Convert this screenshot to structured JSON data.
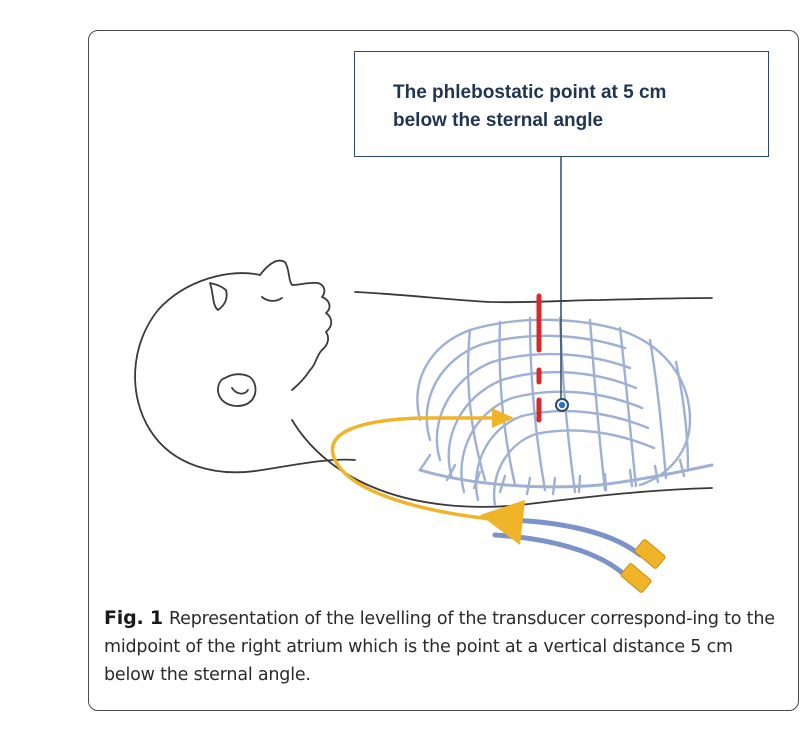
{
  "callout": {
    "line1": "The phlebostatic point at 5 cm",
    "line2": "below the sternal angle"
  },
  "caption": {
    "label": "Fig. 1",
    "text": "Representation of the levelling of the transducer correspond-ing to the midpoint of the right atrium which is the point at a vertical distance 5 cm below the sternal angle."
  },
  "colors": {
    "outline": "#3a3a3a",
    "ribs": "#9eb0d4",
    "marker_red": "#d42a2a",
    "arrow_yellow": "#f0b429",
    "tube_blue": "#7b93c9",
    "callout_border": "#2e4a6b",
    "callout_text": "#1f3550"
  }
}
